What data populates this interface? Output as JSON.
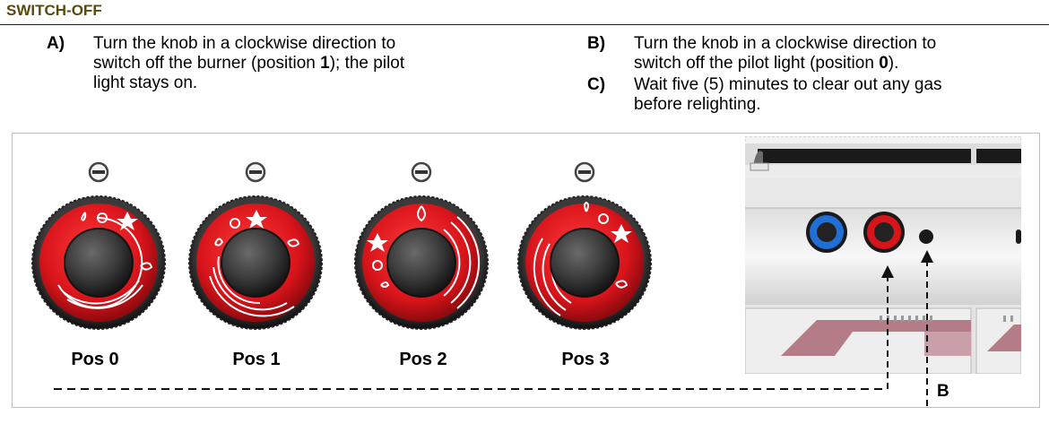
{
  "section_title": "SWITCH-OFF",
  "steps": [
    {
      "label": "A)",
      "lines": [
        "Turn the knob in a clockwise direction to",
        "switch off the burner (position 1); the pilot",
        "light stays on."
      ]
    },
    {
      "label": "B)",
      "lines": [
        "Turn the knob in a clockwise direction to",
        "switch off the pilot light (position 0)."
      ]
    },
    {
      "label": "C)",
      "lines": [
        "Wait five (5) minutes to clear out any gas",
        "before relighting."
      ]
    }
  ],
  "knob_positions": [
    "Pos 0",
    "Pos 1",
    "Pos 2",
    "Pos 3"
  ],
  "callout_label": "B",
  "colors": {
    "knob_red": "#d8141b",
    "knob_blue": "#1f6fd6",
    "title": "#5a4a12"
  }
}
